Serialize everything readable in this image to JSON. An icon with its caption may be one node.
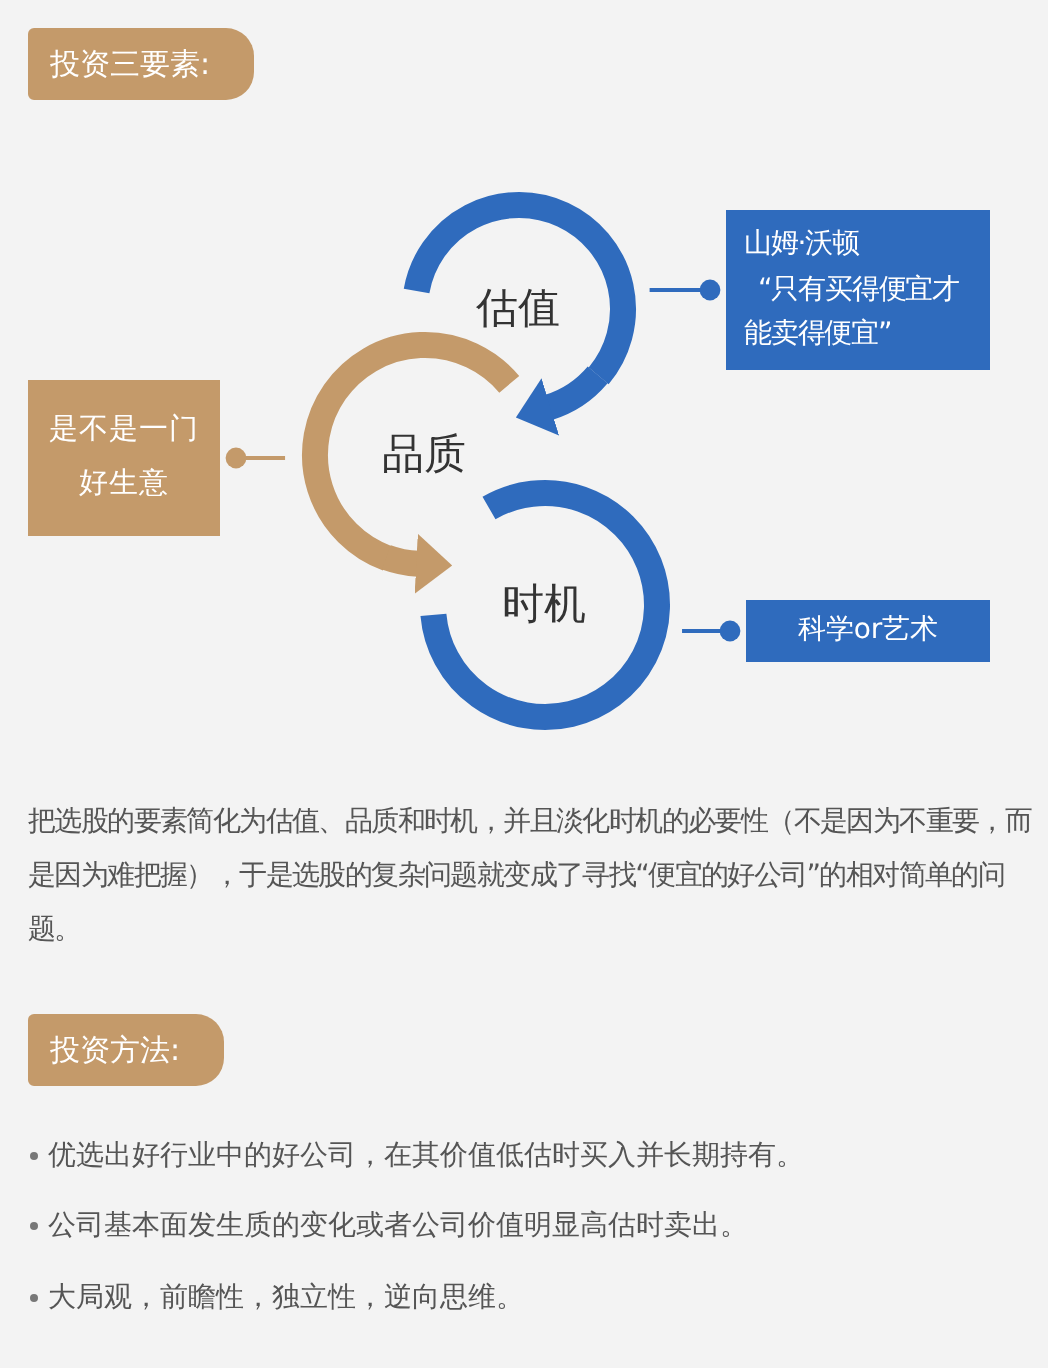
{
  "diagram": {
    "nodes": [
      {
        "text": [
          "投资三要素:"
        ]
      },
      {
        "text": [
          "估值"
        ]
      },
      {
        "text": [
          "山姆·沃顿",
          "“只有买得便宜才能卖得便宜”"
        ]
      },
      {
        "text": [
          "品质"
        ]
      },
      {
        "text": [
          "是不是一门好生意"
        ]
      },
      {
        "text": [
          "时机"
        ]
      },
      {
        "text": [
          "科学or艺术"
        ]
      },
      {
        "text": [
          "投资方法:"
        ]
      }
    ],
    "edges": [
      {
        "from": 1,
        "to": 3,
        "arrow": "to",
        "style": "thick"
      },
      {
        "from": 3,
        "to": 5,
        "arrow": "to",
        "style": "thick",
        "color": "#c49a6a"
      },
      {
        "from": 2,
        "to": 1,
        "arrow": "other"
      },
      {
        "from": 4,
        "to": 3,
        "arrow": "other",
        "color": "#c49a6a"
      },
      {
        "from": 6,
        "to": 5,
        "arrow": "other"
      }
    ],
    "labels": [
      "把选股的要素简化为估值、品质和时机，并且淡化时机的必要性（不是因为不重要，而是因为难把握），于是选股的复杂问题就变成了寻找“便宜的好公司”的相对简单的问题。",
      "优选出好行业中的好公司，在其价值低估时买入并长期持有。",
      "公司基本面发生质的变化或者公司价值明显高估时卖出。",
      "大局观，前瞻性，独立性，逆向思维。"
    ]
  }
}
